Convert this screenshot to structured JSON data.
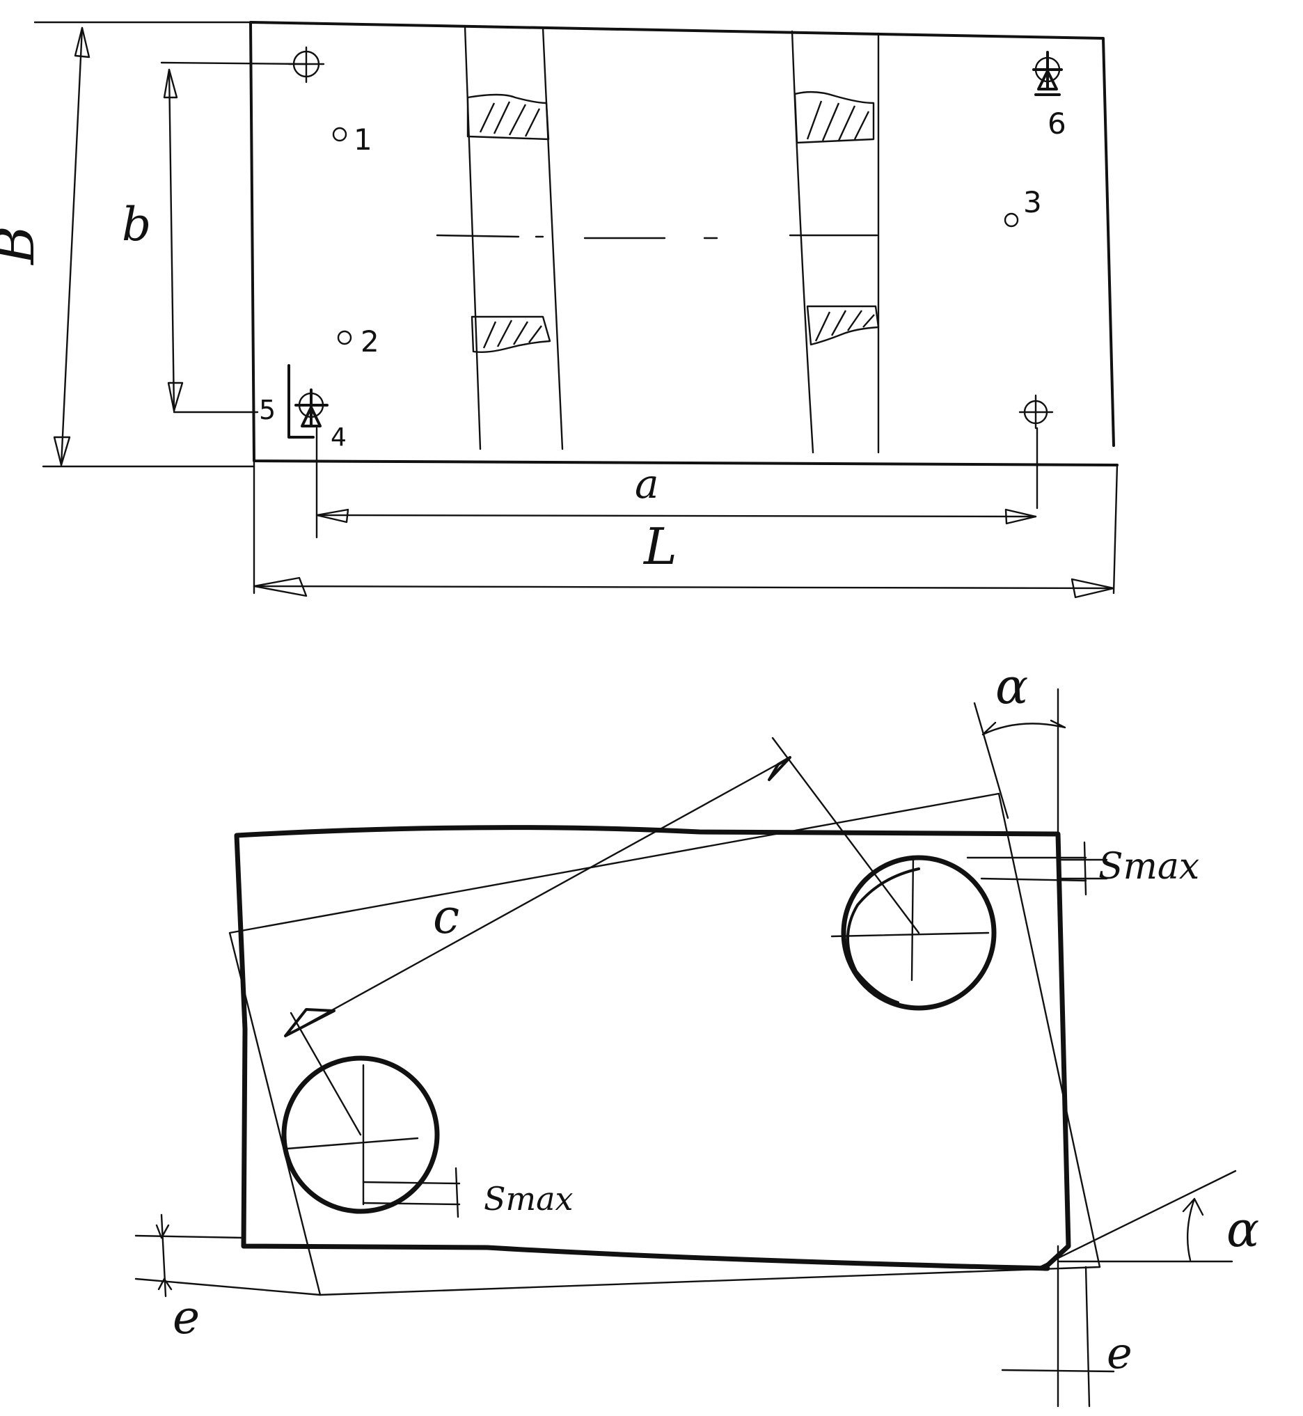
{
  "top_view": {
    "dimension_labels": {
      "width_B": "B",
      "spacing_b": "b",
      "spacing_a": "a",
      "length_L": "L"
    },
    "point_labels": {
      "p1": "1",
      "p2": "2",
      "p3": "3",
      "p4": "4",
      "p5": "5",
      "p6": "6"
    }
  },
  "bottom_view": {
    "labels": {
      "center_distance": "c",
      "angle_top": "α",
      "angle_right": "α",
      "offset_left": "e",
      "offset_bottom": "e",
      "clearance_right": "Smax",
      "clearance_left": "Smax"
    }
  }
}
